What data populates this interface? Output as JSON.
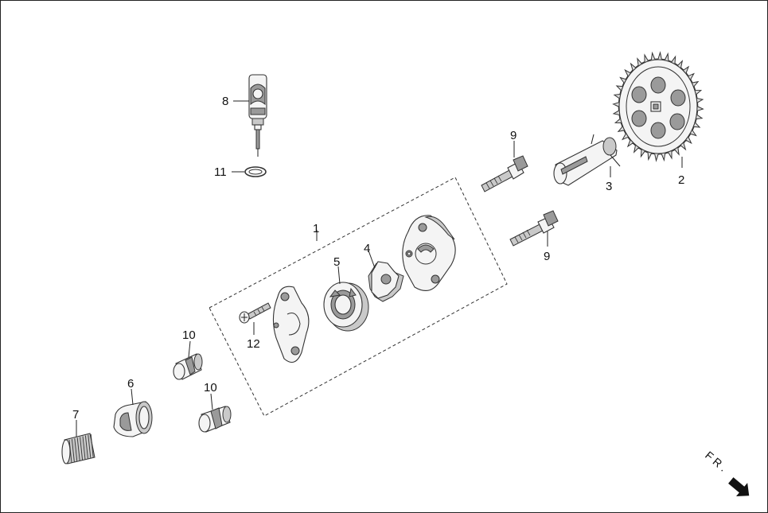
{
  "callouts": {
    "c1": "1",
    "c2": "2",
    "c3": "3",
    "c4": "4",
    "c5": "5",
    "c6": "6",
    "c7": "7",
    "c8": "8",
    "c9a": "9",
    "c9b": "9",
    "c10a": "10",
    "c10b": "10",
    "c11": "11",
    "c12": "12"
  },
  "direction": {
    "label": "F R .",
    "icon": "front-arrow-icon"
  },
  "colors": {
    "line": "#222222",
    "shade": "#9a9a9a",
    "fill": "#f4f4f4"
  }
}
